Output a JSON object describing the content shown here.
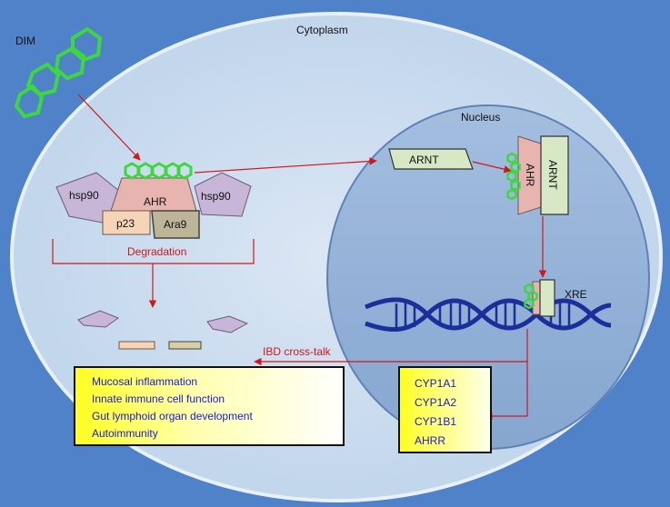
{
  "labels": {
    "cytoplasm": "Cytoplasm",
    "nucleus": "Nucleus",
    "dim": "DIM",
    "hsp90_left": "hsp90",
    "hsp90_right": "hsp90",
    "ahr_complex": "AHR",
    "p23": "p23",
    "ara9": "Ara9",
    "degradation": "Degradation",
    "arnt_free": "ARNT",
    "ahr_nuclear": "AHR",
    "arnt_nuclear": "ARNT",
    "xre": "XRE",
    "ibd_crosstalk": "IBD cross-talk"
  },
  "effects_box": {
    "items": [
      "Mucosal inflammation",
      "Innate immune cell function",
      "Gut lymphoid organ development",
      "Autoimmunity"
    ]
  },
  "genes_box": {
    "items": [
      "CYP1A1",
      "CYP1A2",
      "CYP1B1",
      "AHRR"
    ]
  },
  "colors": {
    "background": "#4f82c9",
    "cytoplasm": "#c9dcef",
    "nucleus": "#92b0d6",
    "ligand": "#3dd83d",
    "arrow": "#d01818",
    "dna": "#1d2e9a",
    "box_text": "#1a1ad0"
  }
}
